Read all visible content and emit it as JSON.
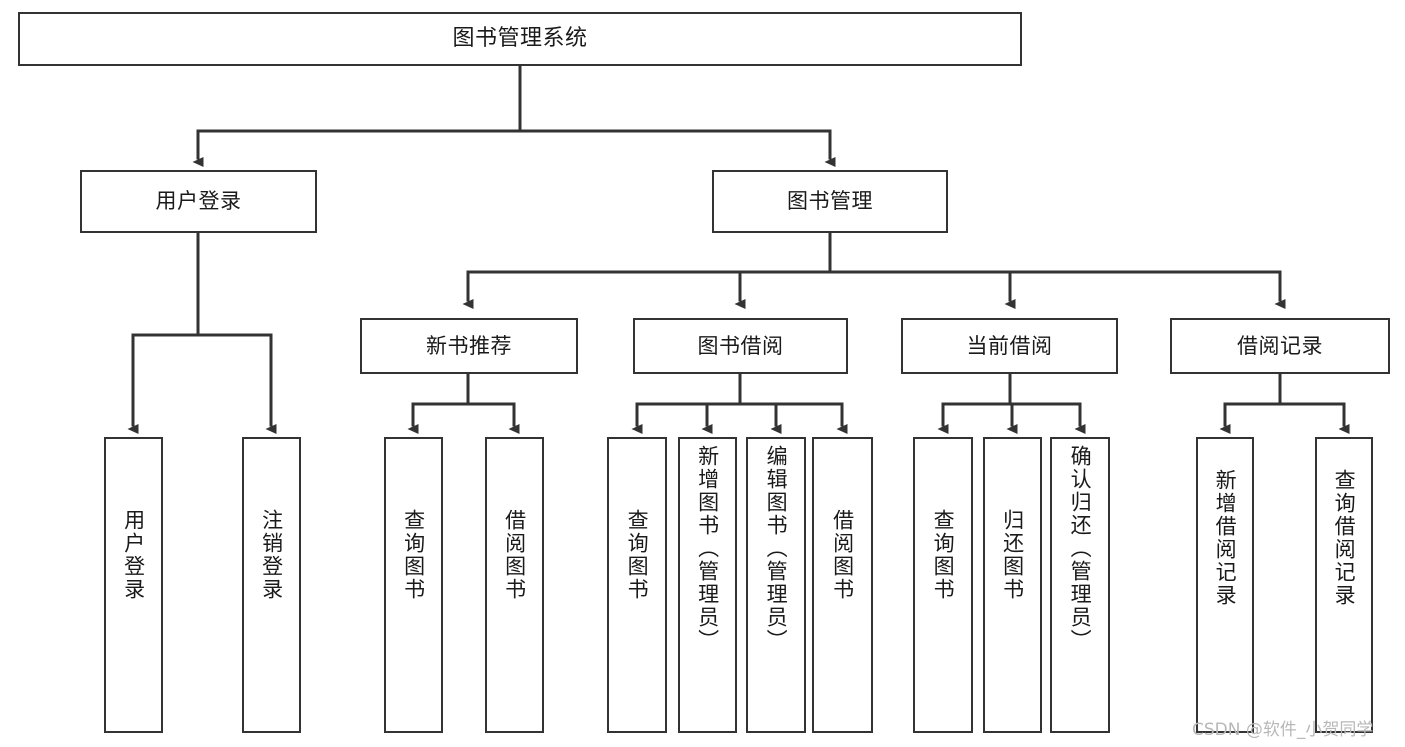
{
  "diagram": {
    "type": "tree",
    "title": "图书管理系统",
    "style": {
      "box_border": "#333333",
      "box_fill": "#ffffff",
      "edge_color": "#333333",
      "text_color": "#1a1a1a",
      "background": "#ffffff",
      "watermark_color": "#b8b8b8"
    },
    "root": {
      "id": "root",
      "label": "图书管理系统",
      "orientation": "horizontal"
    },
    "level2": [
      {
        "id": "n-user-login",
        "label": "用户登录",
        "orientation": "horizontal"
      },
      {
        "id": "n-book-mgmt",
        "label": "图书管理",
        "orientation": "horizontal"
      }
    ],
    "level3": [
      {
        "id": "n-new-book",
        "label": "新书推荐",
        "orientation": "horizontal",
        "parent": "n-book-mgmt"
      },
      {
        "id": "n-book-borrow",
        "label": "图书借阅",
        "orientation": "horizontal",
        "parent": "n-book-mgmt"
      },
      {
        "id": "n-current-borrow",
        "label": "当前借阅",
        "orientation": "horizontal",
        "parent": "n-book-mgmt"
      },
      {
        "id": "n-borrow-record",
        "label": "借阅记录",
        "orientation": "horizontal",
        "parent": "n-book-mgmt"
      }
    ],
    "leaves": [
      {
        "id": "l-user-login",
        "label": "用户登录",
        "orientation": "vertical",
        "parent": "n-user-login"
      },
      {
        "id": "l-logout",
        "label": "注销登录",
        "orientation": "vertical",
        "parent": "n-user-login"
      },
      {
        "id": "l-query-book-1",
        "label": "查询图书",
        "orientation": "vertical",
        "parent": "n-new-book"
      },
      {
        "id": "l-borrow-book-1",
        "label": "借阅图书",
        "orientation": "vertical",
        "parent": "n-new-book"
      },
      {
        "id": "l-query-book-2",
        "label": "查询图书",
        "orientation": "vertical",
        "parent": "n-book-borrow"
      },
      {
        "id": "l-add-book",
        "label": "新增图书（管理员）",
        "orientation": "vertical",
        "parent": "n-book-borrow"
      },
      {
        "id": "l-edit-book",
        "label": "编辑图书（管理员）",
        "orientation": "vertical",
        "parent": "n-book-borrow"
      },
      {
        "id": "l-borrow-book-2",
        "label": "借阅图书",
        "orientation": "vertical",
        "parent": "n-book-borrow"
      },
      {
        "id": "l-query-book-3",
        "label": "查询图书",
        "orientation": "vertical",
        "parent": "n-current-borrow"
      },
      {
        "id": "l-return-book",
        "label": "归还图书",
        "orientation": "vertical",
        "parent": "n-current-borrow"
      },
      {
        "id": "l-confirm-return",
        "label": "确认归还（管理员）",
        "orientation": "vertical",
        "parent": "n-current-borrow"
      },
      {
        "id": "l-add-record",
        "label": "新增借阅记录",
        "orientation": "vertical",
        "parent": "n-borrow-record"
      },
      {
        "id": "l-query-record",
        "label": "查询借阅记录",
        "orientation": "vertical",
        "parent": "n-borrow-record"
      }
    ]
  },
  "watermark": {
    "text": "CSDN @软件_小贺同学"
  }
}
